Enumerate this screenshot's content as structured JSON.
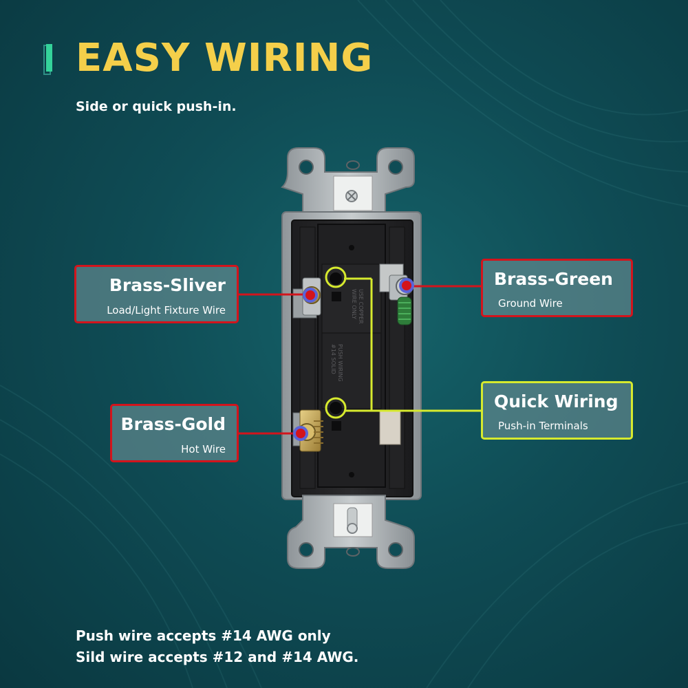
{
  "header": {
    "title": "EASY WIRING",
    "subtitle": "Side or quick push-in."
  },
  "callouts": {
    "brass_sliver": {
      "title": "Brass-Sliver",
      "subtitle": "Load/Light Fixture Wire"
    },
    "brass_gold": {
      "title": "Brass-Gold",
      "subtitle": "Hot Wire"
    },
    "brass_green": {
      "title": "Brass-Green",
      "subtitle": "Ground Wire"
    },
    "quick_wiring": {
      "title": "Quick Wiring",
      "subtitle": "Push-in Terminals"
    }
  },
  "footer": {
    "line1": "Push wire accepts #14 AWG only",
    "line2": "Sild wire accepts #12 and #14 AWG."
  },
  "colors": {
    "background": "#0f4c55",
    "title": "#f4cf4a",
    "accent_bar": "#34d39a",
    "callout_red": "#d3141c",
    "callout_green": "#d7ea2e",
    "terminal_dot": "#5a63d8"
  }
}
